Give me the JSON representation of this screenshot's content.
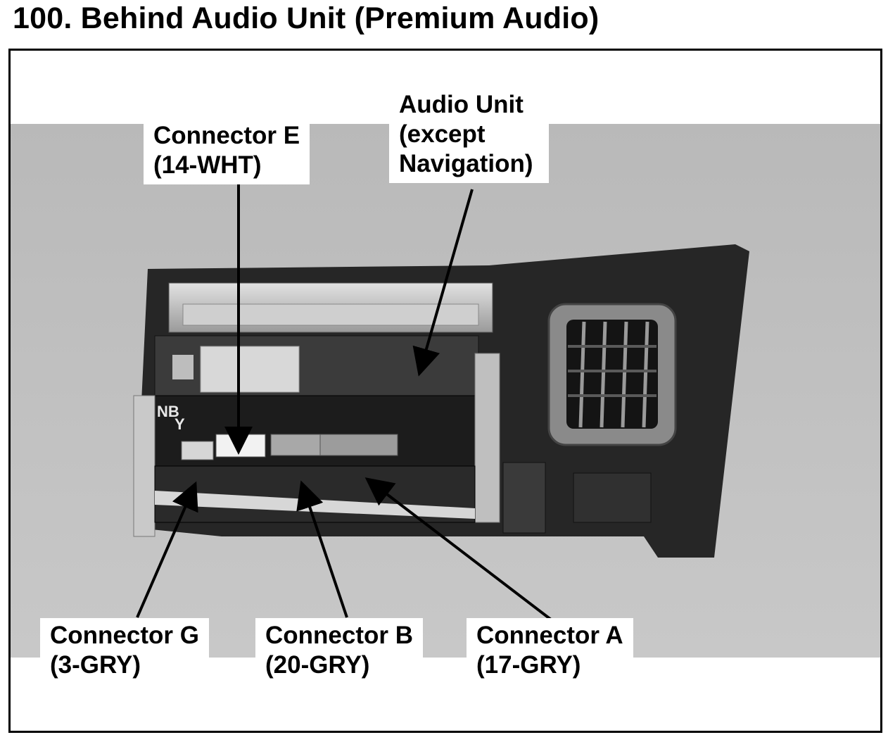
{
  "title": "100. Behind Audio Unit (Premium Audio)",
  "callouts": {
    "connector_e": {
      "line1": "Connector E",
      "line2": "(14-WHT)"
    },
    "audio_unit": {
      "line1": "Audio Unit",
      "line2": "(except",
      "line3": "Navigation)"
    },
    "connector_g": {
      "line1": "Connector G",
      "line2": "(3-GRY)"
    },
    "connector_b": {
      "line1": "Connector B",
      "line2": "(20-GRY)"
    },
    "connector_a": {
      "line1": "Connector A",
      "line2": "(17-GRY)"
    }
  },
  "photo_markings": {
    "unit_label": "NB",
    "unit_label_2": "Y"
  }
}
